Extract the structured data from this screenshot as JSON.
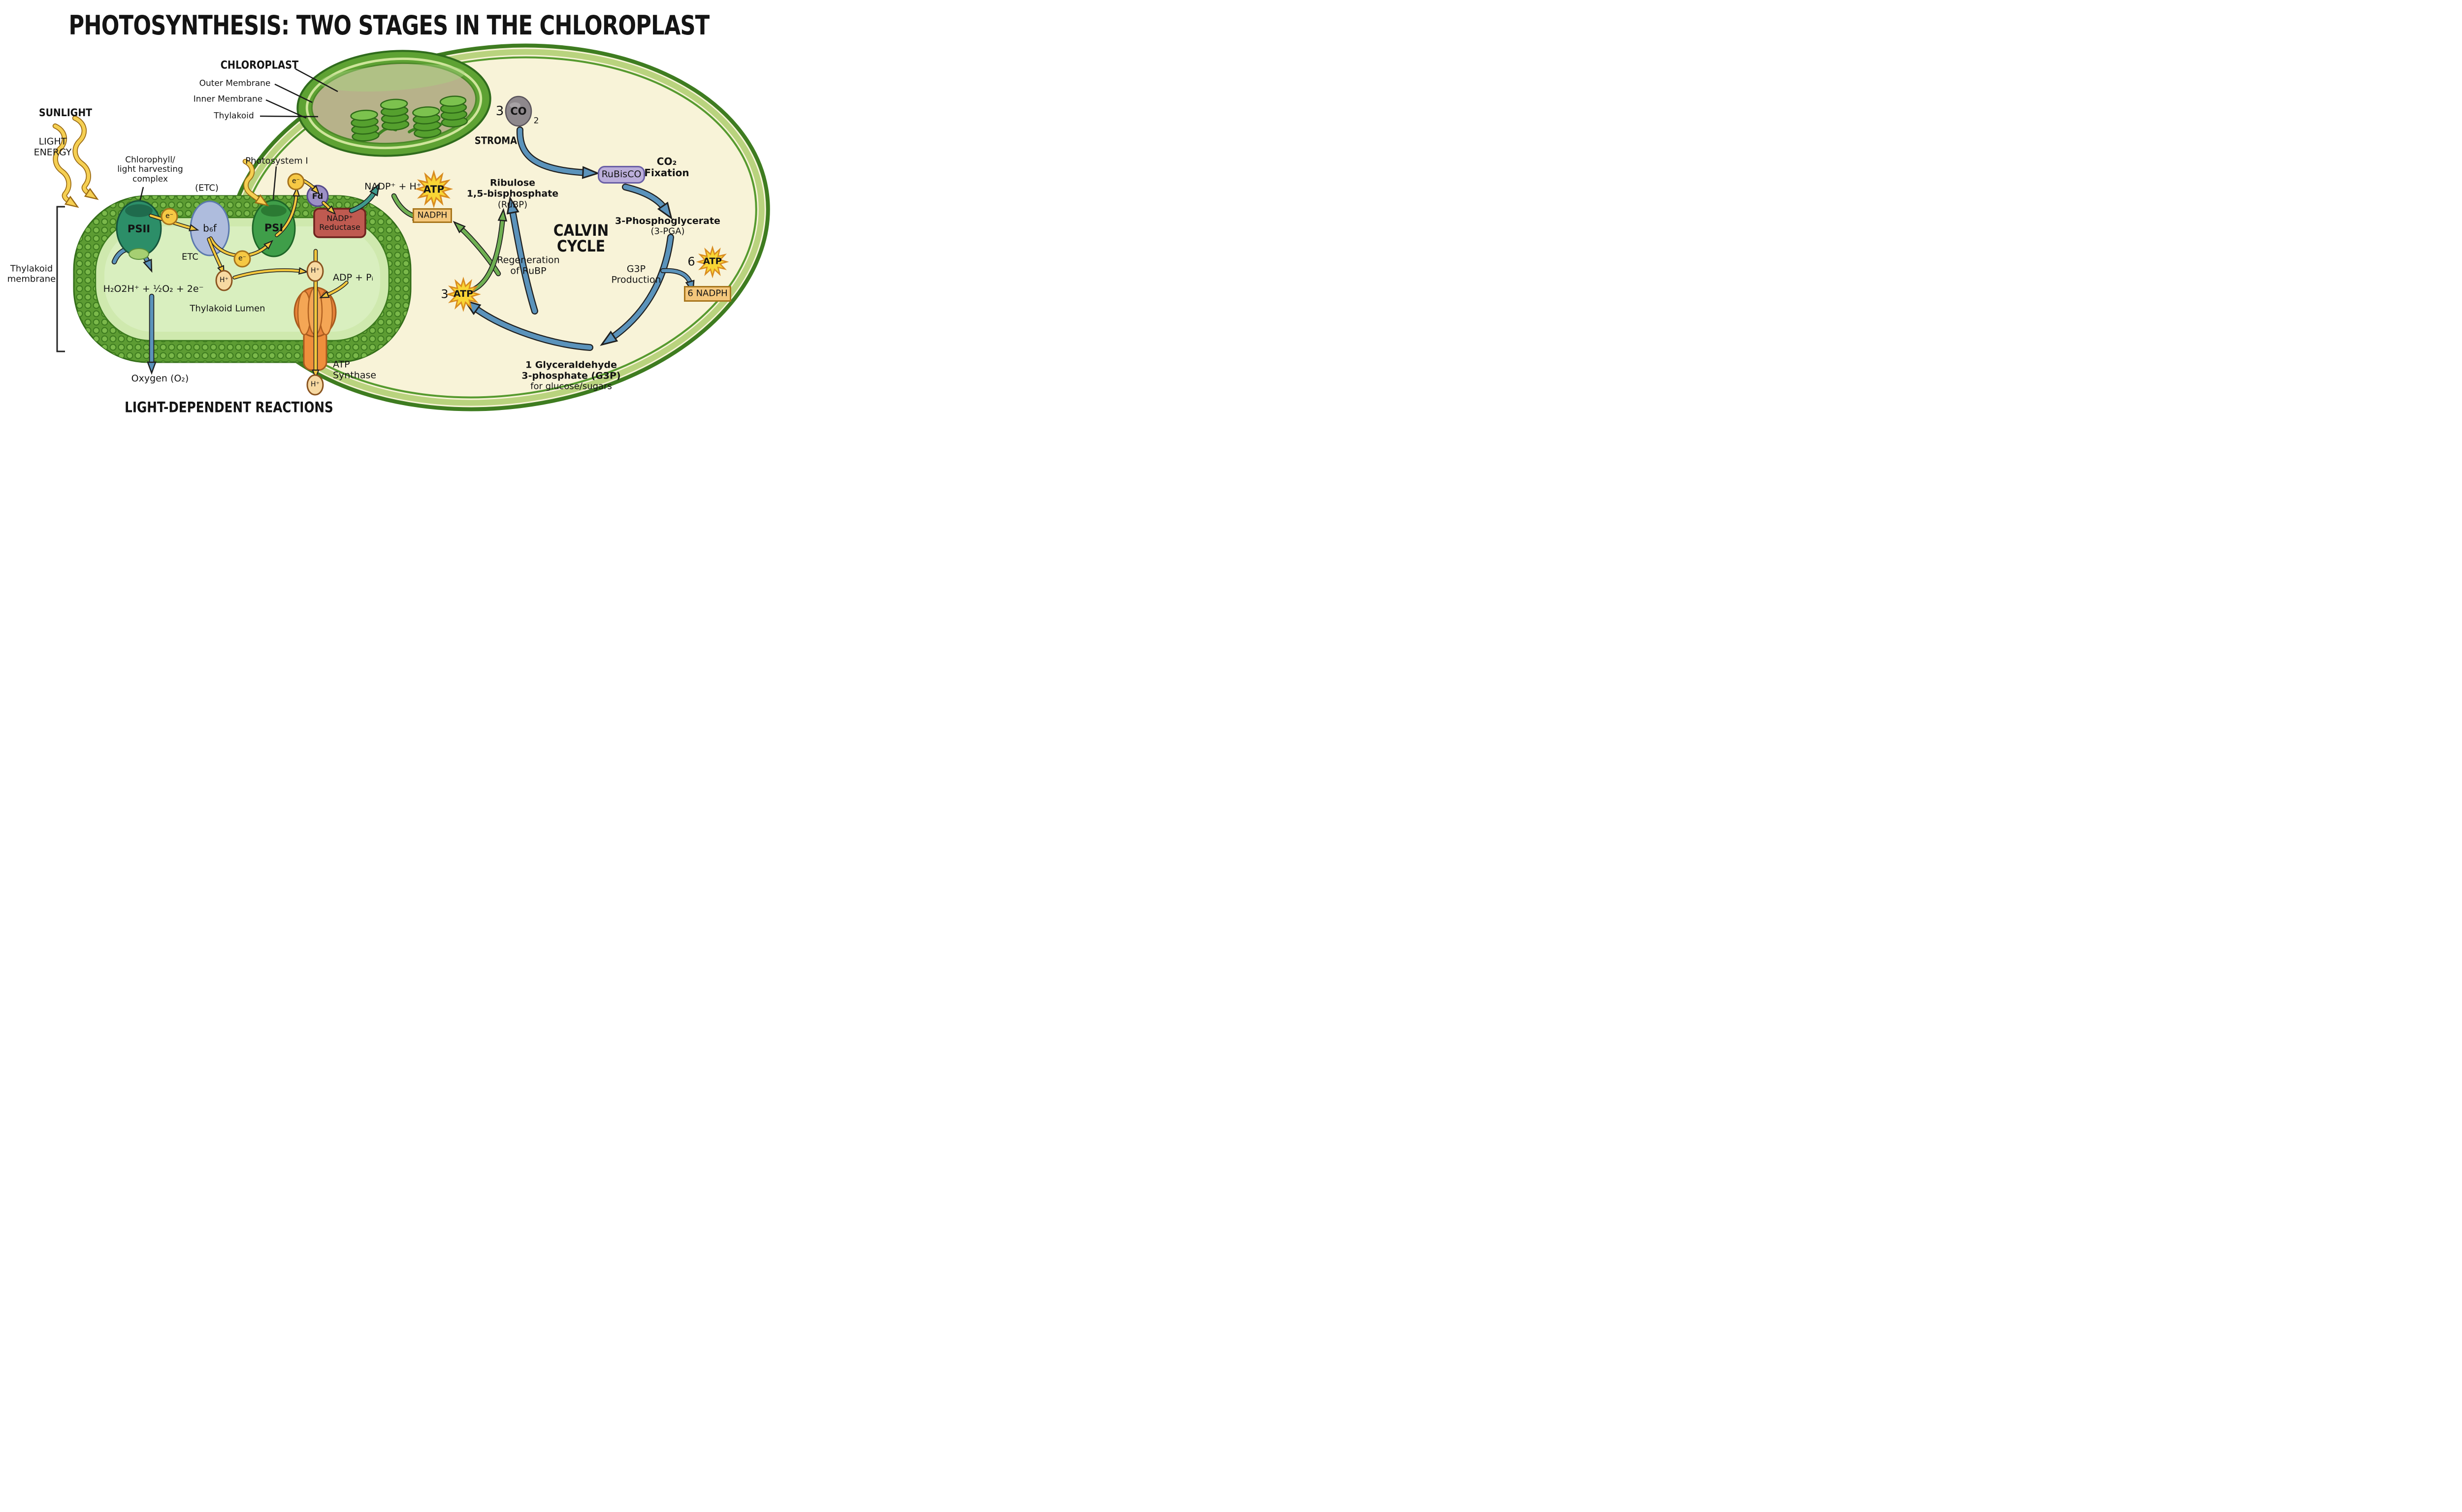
{
  "title": "PHOTOSYNTHESIS: TWO STAGES IN THE CHLOROPLAST",
  "colors": {
    "background": "#ffffff",
    "stroma_fill": "#f8f3d8",
    "cell_border_green": "#3e7c20",
    "membrane_green": "#5d9c33",
    "lumen_green": "#cfe9ae",
    "arrow_blue": "#5b93bb",
    "arrow_green": "#6fb052",
    "arrow_teal": "#3f9a8d",
    "arrow_yellow": "#f2c73e",
    "atp_star_yellow": "#f9d635",
    "nadph_box_tan": "#f4c77c",
    "reductase_red": "#bf5a50",
    "rubisco_purple": "#bbaeda",
    "fd_purple": "#9c90c6",
    "co2_gray": "#8e888c",
    "psii_teal": "#2c8e68",
    "psi_green": "#3f9e49",
    "b6f_blue": "#aebcdd",
    "synthase_orange": "#ef8f3c"
  },
  "chloroplast_inset": {
    "label": "CHLOROPLAST",
    "outer_membrane": "Outer Membrane",
    "inner_membrane": "Inner Membrane",
    "thylakoid": "Thylakoid"
  },
  "light_reactions": {
    "heading": "LIGHT-DEPENDENT REACTIONS",
    "sunlight": "SUNLIGHT",
    "light_energy": "LIGHT\nENERGY",
    "chlorophyll_complex": "Chlorophyll/\nlight harvesting\ncomplex",
    "etc_parenthetical": "(ETC)",
    "etc": "ETC",
    "photosystem_i": "Photosystem I",
    "psii": "PSII",
    "b6f": "b₆f",
    "psi": "PSI",
    "electron": "e⁻",
    "ferredoxin": "Fd",
    "nadp_reductase": "NADP⁺\nReductase",
    "nadp_plus_h": "NADP⁺ + H⁺",
    "atp": "ATP",
    "nadph": "NADPH",
    "water": "H₂O",
    "water_split": "2H⁺ + ½O₂ + 2e⁻",
    "proton": "H⁺",
    "adp_pi": "ADP + Pᵢ",
    "thylakoid_lumen": "Thylakoid Lumen",
    "atp_synthase": "ATP\nSynthase",
    "thylakoid_membrane": "Thylakoid\nmembrane",
    "oxygen": "Oxygen (O₂)"
  },
  "calvin_cycle": {
    "stroma": "STROMA",
    "co2_count": "3",
    "co2": "CO",
    "co2_sub": "2",
    "rubisco": "RuBisCO",
    "co2_fixation": "CO₂\nFixation",
    "rubp_name": "Ribulose\n1,5-bisphosphate",
    "rubp_abbr": "(RuBP)",
    "title": "CALVIN\nCYCLE",
    "pga_name": "3-Phosphoglycerate",
    "pga_abbr": "(3-PGA)",
    "atp_six_count": "6",
    "atp": "ATP",
    "nadph_six": "6 NADPH",
    "g3p_production": "G3P\nProduction",
    "regeneration": "Regeneration\nof RuBP",
    "atp_three_count": "3",
    "g3p_name": "1 Glyceraldehyde\n3-phosphate (G3P)",
    "g3p_for": "for glucose/sugars"
  }
}
